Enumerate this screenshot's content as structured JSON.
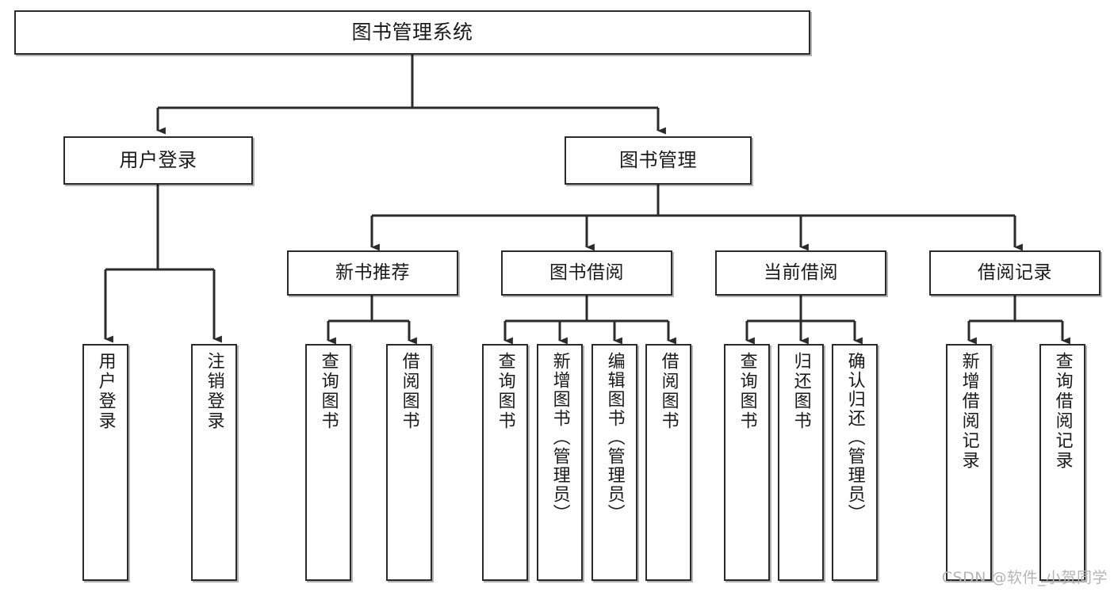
{
  "diagram": {
    "type": "tree",
    "title": "图书管理系统",
    "watermark": "CSDN @软件_小贺同学",
    "colors": {
      "box_border": "#2b2b2b",
      "box_fill": "#ffffff",
      "connector": "#2b2b2b",
      "text": "#1a1a1a",
      "watermark": "#b5b5b5"
    },
    "root": {
      "label": "图书管理系统"
    },
    "level1": [
      {
        "label": "用户登录"
      },
      {
        "label": "图书管理"
      }
    ],
    "level2": [
      {
        "label": "新书推荐"
      },
      {
        "label": "图书借阅"
      },
      {
        "label": "当前借阅"
      },
      {
        "label": "借阅记录"
      }
    ],
    "leaves": {
      "user_login": [
        {
          "label": "用户登录"
        },
        {
          "label": "注销登录"
        }
      ],
      "new_book_recommend": [
        {
          "label": "查询图书"
        },
        {
          "label": "借阅图书"
        }
      ],
      "book_borrow": [
        {
          "label": "查询图书"
        },
        {
          "label": "新增图书（管理员）"
        },
        {
          "label": "编辑图书（管理员）"
        },
        {
          "label": "借阅图书"
        }
      ],
      "current_borrow": [
        {
          "label": "查询图书"
        },
        {
          "label": "归还图书"
        },
        {
          "label": "确认归还（管理员）"
        }
      ],
      "borrow_record": [
        {
          "label": "新增借阅记录"
        },
        {
          "label": "查询借阅记录"
        }
      ]
    }
  }
}
